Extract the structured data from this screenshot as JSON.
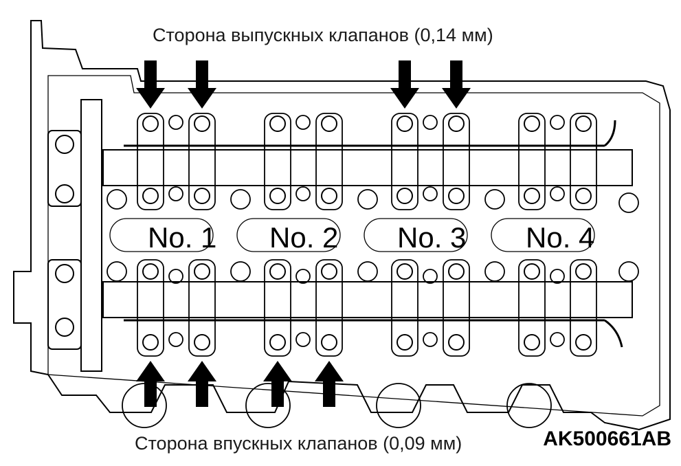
{
  "captions": {
    "exhaust_side": "Сторона выпускных клапанов (0,14 мм)",
    "intake_side": "Сторона впускных клапанов (0,09 мм)"
  },
  "cylinders": [
    "No. 1",
    "No. 2",
    "No. 3",
    "No. 4"
  ],
  "figure_code": "AK500661AB",
  "colors": {
    "line": "#000000",
    "background": "#ffffff"
  },
  "icons": {
    "arrow_down": "arrow-down-icon",
    "arrow_up": "arrow-up-icon"
  }
}
